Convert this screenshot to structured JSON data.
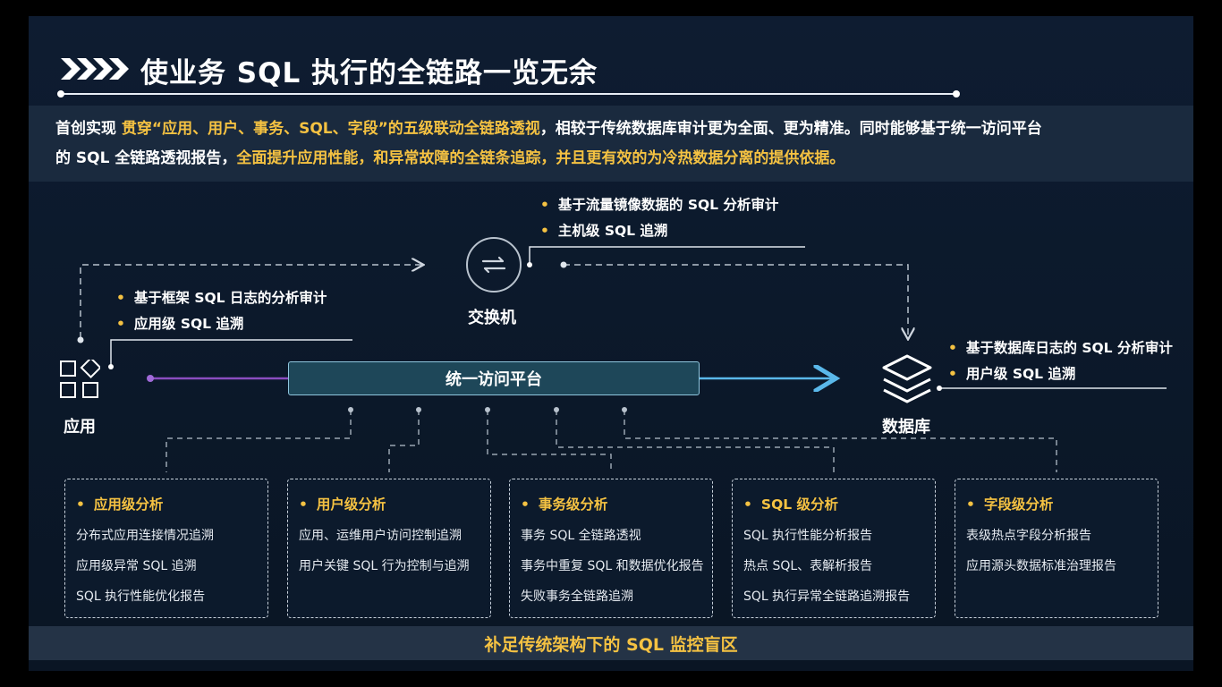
{
  "title": "使业务 SQL 执行的全链路一览无余",
  "intro": {
    "line1_a": "首创实现 ",
    "line1_b": "贯穿“应用、用户、事务、SQL、字段”的五级联动全链路透视",
    "line1_c": "，相较于传统数据库审计更为全面、更为精准。同时能够基于统一访问平台",
    "line2_a": "的 SQL 全链路透视报告，",
    "line2_b": "全面提升应用性能，和异常故障的全链条追踪，并且更有效的为冷热数据分离的提供依据。"
  },
  "switch": {
    "label": "交换机",
    "bullets": [
      "基于流量镜像数据的 SQL 分析审计",
      "主机级 SQL 追溯"
    ]
  },
  "app": {
    "label": "应用",
    "bullets": [
      "基于框架 SQL 日志的分析审计",
      "应用级 SQL 追溯"
    ]
  },
  "database": {
    "label": "数据库",
    "bullets": [
      "基于数据库日志的 SQL 分析审计",
      "用户级 SQL 追溯"
    ]
  },
  "platform": {
    "label": "统一访问平台"
  },
  "cards": [
    {
      "title": "应用级分析",
      "items": [
        "分布式应用连接情况追溯",
        "应用级异常 SQL 追溯",
        "SQL 执行性能优化报告"
      ]
    },
    {
      "title": "用户级分析",
      "items": [
        "应用、运维用户访问控制追溯",
        "用户关键 SQL 行为控制与追溯"
      ]
    },
    {
      "title": "事务级分析",
      "items": [
        "事务 SQL 全链路透视",
        "事务中重复 SQL 和数据优化报告",
        "失败事务全链路追溯"
      ]
    },
    {
      "title": "SQL 级分析",
      "items": [
        "SQL 执行性能分析报告",
        "热点 SQL、表解析报告",
        "SQL 执行异常全链路追溯报告"
      ]
    },
    {
      "title": "字段级分析",
      "items": [
        "表级热点字段分析报告",
        "应用源头数据标准治理报告"
      ]
    }
  ],
  "bottom_bar": "补足传统架构下的 SQL 监控盲区",
  "bullet_glyph": "•",
  "colors": {
    "accent": "#f5c242",
    "platform_fill": "#1e4759",
    "left_line": "#8a4dc0",
    "right_line": "#5ab8ea"
  },
  "icons": {
    "title": "chevrons-right-icon",
    "switch": "switch-arrows-icon",
    "app": "apps-grid-icon",
    "database": "layers-stack-icon"
  }
}
